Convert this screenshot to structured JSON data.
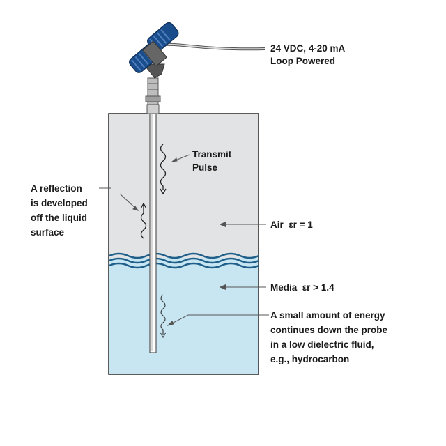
{
  "diagram": {
    "power_label_line1": "24 VDC, 4-20 mA",
    "power_label_line2": "Loop Powered",
    "transmit_label_line1": "Transmit",
    "transmit_label_line2": "Pulse",
    "reflection_label_line1": "A reflection",
    "reflection_label_line2": "is developed",
    "reflection_label_line3": "off the liquid",
    "reflection_label_line4": "surface",
    "air_label": "Air  εr = 1",
    "media_label": "Media  εr > 1.4",
    "energy_label_line1": "A small amount of energy",
    "energy_label_line2": "continues down the probe",
    "energy_label_line3": "in a low dielectric fluid,",
    "energy_label_line4": "e.g., hydrocarbon"
  },
  "colors": {
    "air": "#e2e3e4",
    "liquid": "#c8e6f2",
    "wave": "#1f5f8a",
    "transmitter_head": "#1a4d8c",
    "outline": "#333333"
  }
}
